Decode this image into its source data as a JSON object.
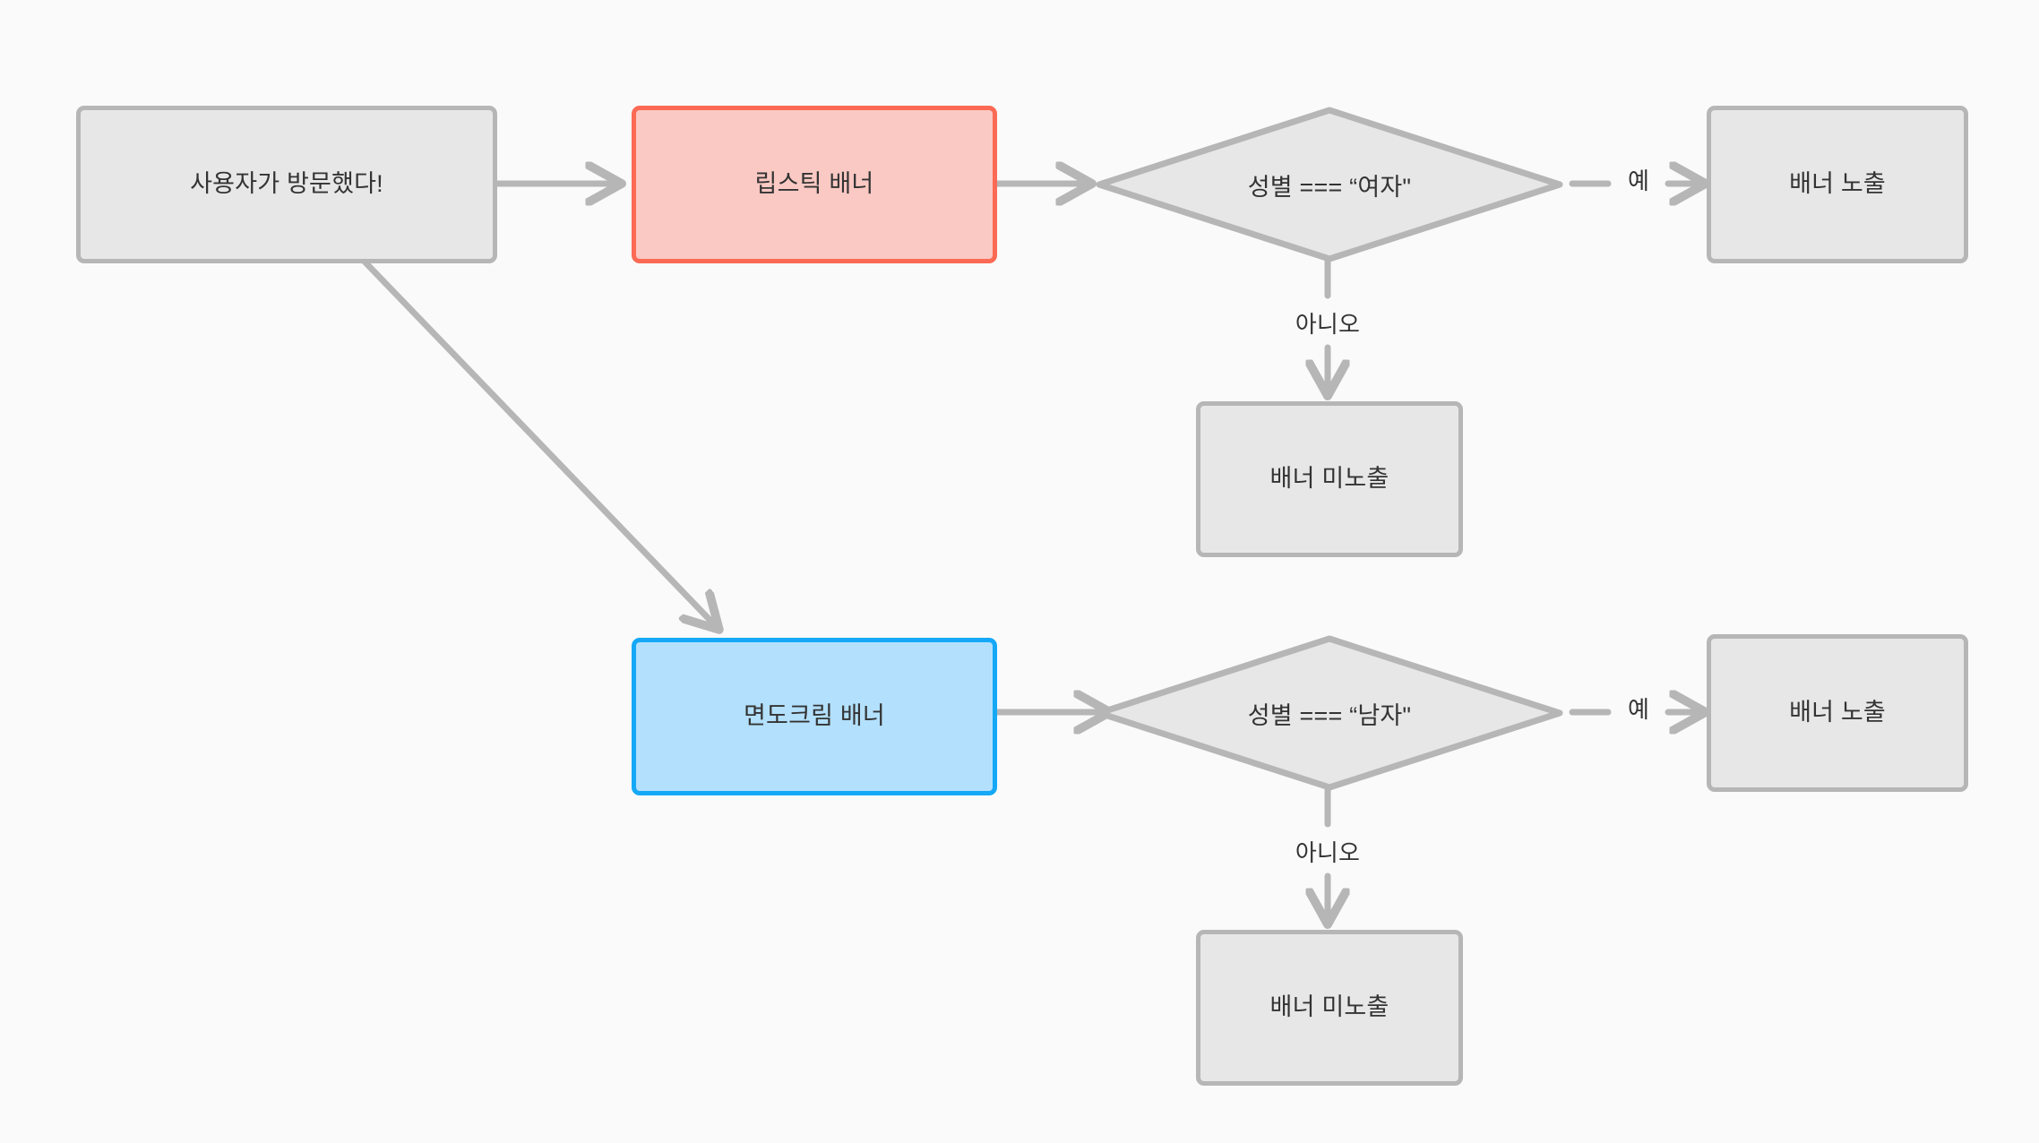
{
  "diagram": {
    "type": "flowchart",
    "title": "",
    "background_color": "#fafafa",
    "palette": {
      "gray_fill": "#e7e7e7",
      "gray_stroke": "#b6b6b6",
      "red_fill": "#fbc9c3",
      "red_stroke": "#fb6a54",
      "blue_fill": "#b3e0fd",
      "blue_stroke": "#15a8f7",
      "edge_stroke": "#b6b6b6",
      "text_color": "#333333"
    }
  },
  "nodes": {
    "start": {
      "label": "사용자가 방문했다!",
      "shape": "rounded-rect",
      "style": "gray"
    },
    "lipstick_banner": {
      "label": "립스틱 배너",
      "shape": "rounded-rect",
      "style": "red"
    },
    "shaving_banner": {
      "label": "면도크림 배너",
      "shape": "rounded-rect",
      "style": "blue"
    },
    "decision_female": {
      "label": "성별 === “여자\"",
      "shape": "diamond",
      "style": "gray"
    },
    "decision_male": {
      "label": "성별 === “남자\"",
      "shape": "diamond",
      "style": "gray"
    },
    "show_banner_female": {
      "label": "배너 노출",
      "shape": "rounded-rect",
      "style": "gray"
    },
    "hide_banner_female": {
      "label": "배너 미노출",
      "shape": "rounded-rect",
      "style": "gray"
    },
    "show_banner_male": {
      "label": "배너 노출",
      "shape": "rounded-rect",
      "style": "gray"
    },
    "hide_banner_male": {
      "label": "배너 미노출",
      "shape": "rounded-rect",
      "style": "gray"
    }
  },
  "edges": [
    {
      "from": "start",
      "to": "lipstick_banner",
      "label": ""
    },
    {
      "from": "start",
      "to": "shaving_banner",
      "label": ""
    },
    {
      "from": "lipstick_banner",
      "to": "decision_female",
      "label": ""
    },
    {
      "from": "decision_female",
      "to": "show_banner_female",
      "label": "예"
    },
    {
      "from": "decision_female",
      "to": "hide_banner_female",
      "label": "아니오"
    },
    {
      "from": "shaving_banner",
      "to": "decision_male",
      "label": ""
    },
    {
      "from": "decision_male",
      "to": "show_banner_male",
      "label": "예"
    },
    {
      "from": "decision_male",
      "to": "hide_banner_male",
      "label": "아니오"
    }
  ],
  "edge_labels": {
    "yes_female": "예",
    "no_female": "아니오",
    "yes_male": "예",
    "no_male": "아니오"
  }
}
